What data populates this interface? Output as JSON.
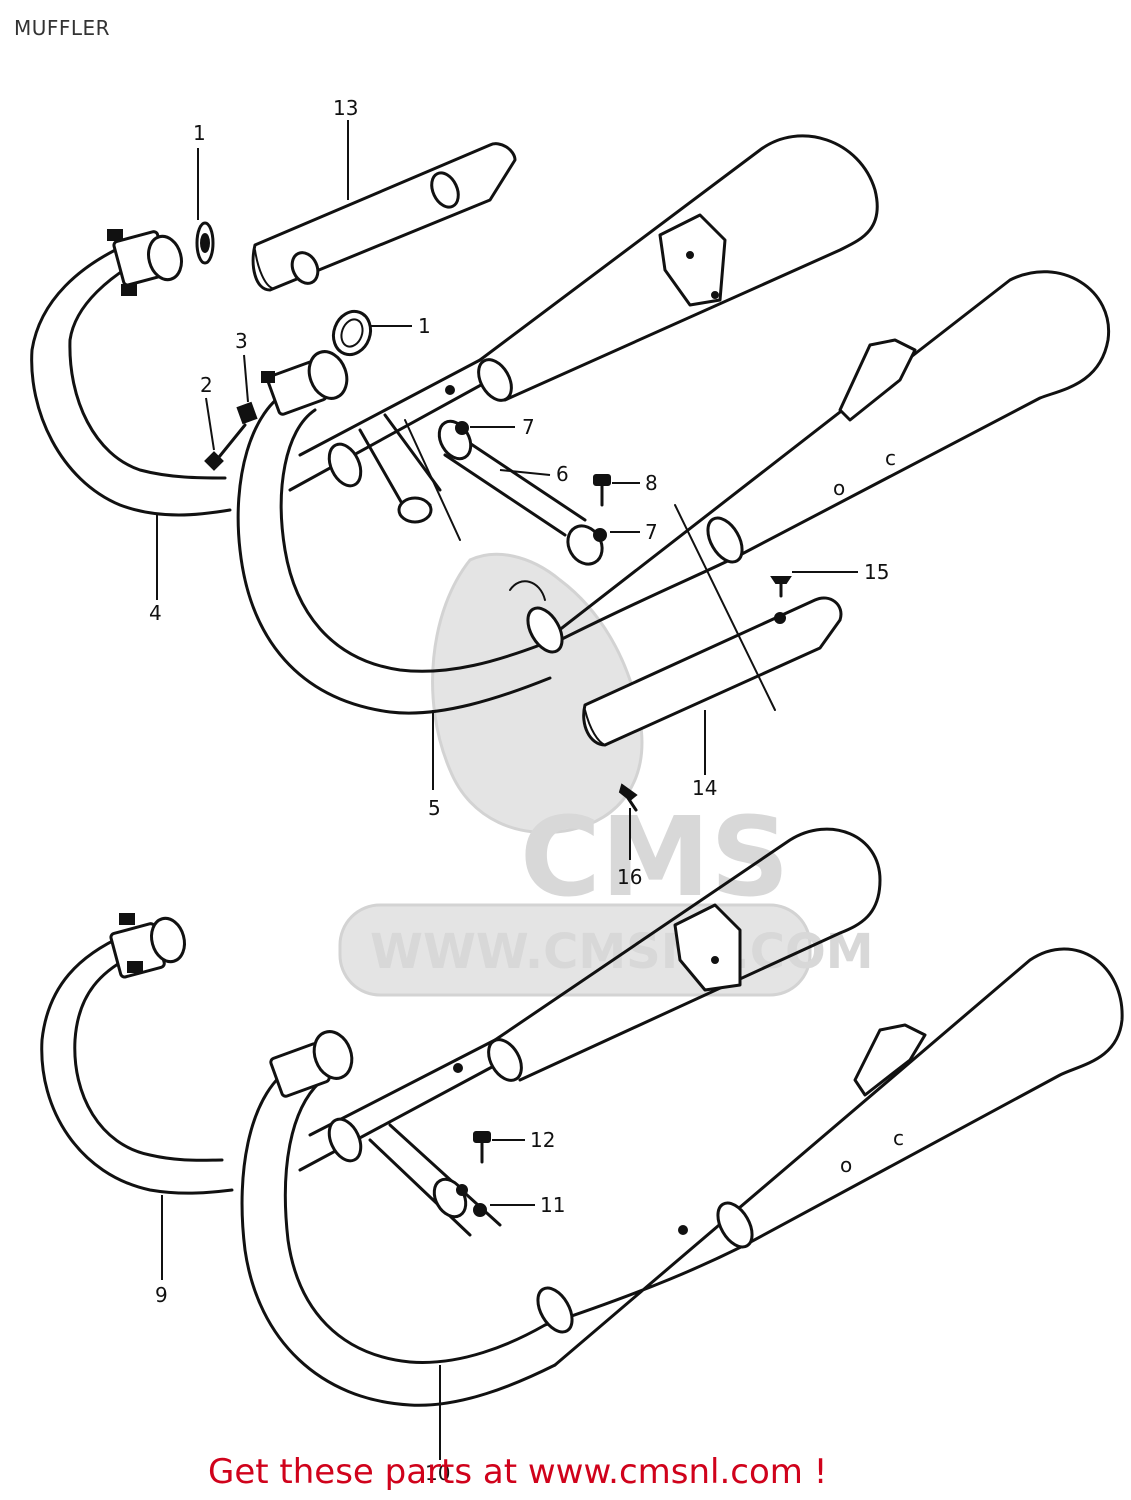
{
  "header": {
    "title": "MUFFLER"
  },
  "watermark": {
    "brand": "CMS",
    "url": "WWW.CMSNL.COM"
  },
  "callouts": [
    {
      "id": "c1a",
      "label": "1"
    },
    {
      "id": "c1b",
      "label": "1"
    },
    {
      "id": "c2",
      "label": "2"
    },
    {
      "id": "c3",
      "label": "3"
    },
    {
      "id": "c4",
      "label": "4"
    },
    {
      "id": "c5",
      "label": "5"
    },
    {
      "id": "c6",
      "label": "6"
    },
    {
      "id": "c7a",
      "label": "7"
    },
    {
      "id": "c7b",
      "label": "7"
    },
    {
      "id": "c8",
      "label": "8"
    },
    {
      "id": "c9",
      "label": "9"
    },
    {
      "id": "c10",
      "label": "10"
    },
    {
      "id": "c11",
      "label": "11"
    },
    {
      "id": "c12",
      "label": "12"
    },
    {
      "id": "c13",
      "label": "13"
    },
    {
      "id": "c14",
      "label": "14"
    },
    {
      "id": "c15",
      "label": "15"
    },
    {
      "id": "c16",
      "label": "16"
    }
  ],
  "footer": {
    "link_text": "Get these parts at www.cmsnl.com !",
    "color": "#d0021b"
  }
}
